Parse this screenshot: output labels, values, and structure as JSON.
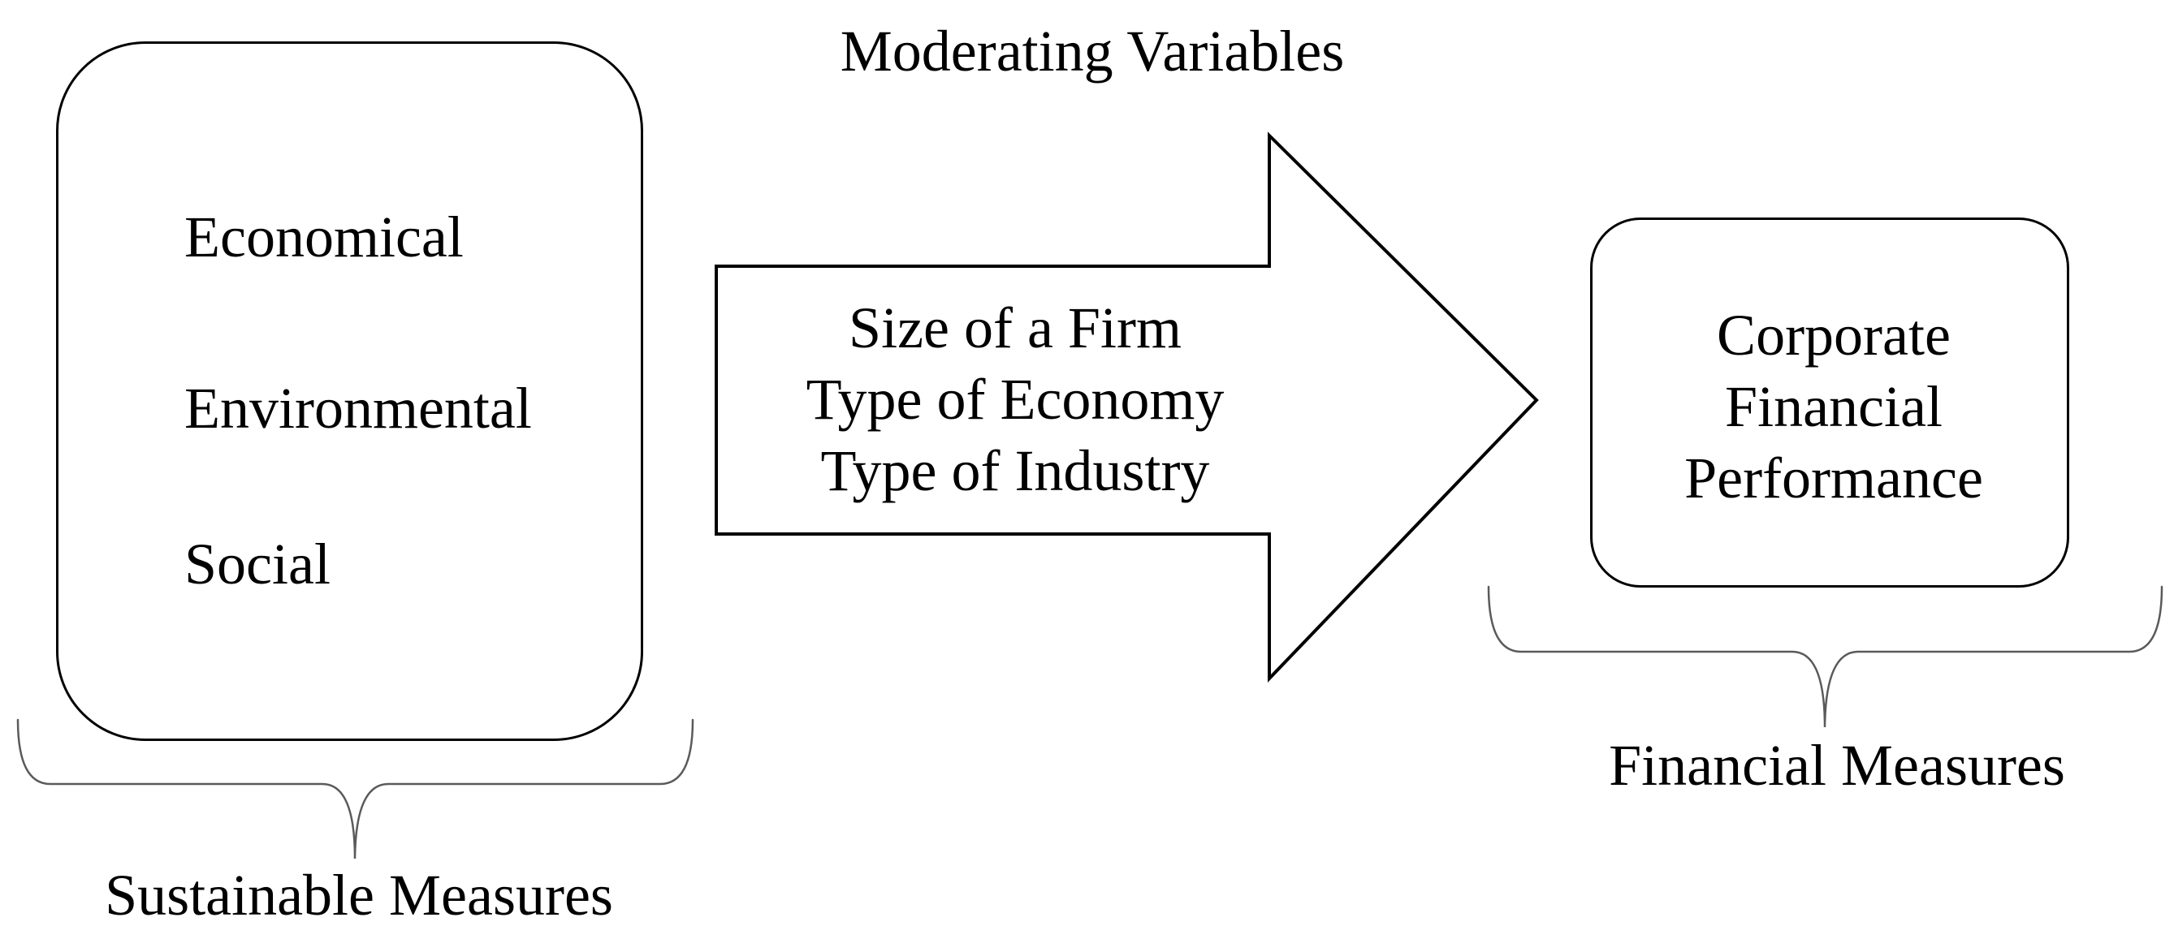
{
  "title": {
    "moderating_label": "Moderating Variables"
  },
  "sustainable_box": {
    "items": [
      "Economical",
      "Environmental",
      "Social"
    ],
    "brace_label": "Sustainable Measures"
  },
  "arrow": {
    "lines": [
      "Size of a Firm",
      "Type of Economy",
      "Type of Industry"
    ]
  },
  "financial_box": {
    "lines": [
      "Corporate",
      "Financial",
      "Performance"
    ],
    "brace_label": "Financial Measures"
  },
  "colors": {
    "stroke": "#000000",
    "brace": "#5a5a5a",
    "text": "#000000",
    "background": "#ffffff"
  }
}
